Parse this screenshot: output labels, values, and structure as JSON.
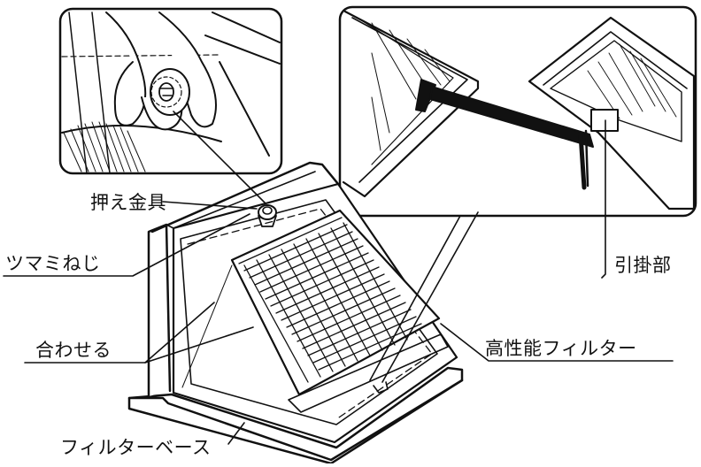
{
  "labels": {
    "clamp_fitting": "押え金具",
    "thumb_screw": "ツマミねじ",
    "align": "合わせる",
    "filter_base": "フィルターベース",
    "hook": "引掛部",
    "high_perf_filter": "高性能フィルター"
  },
  "colors": {
    "ink": "#111111",
    "paper": "#ffffff"
  }
}
